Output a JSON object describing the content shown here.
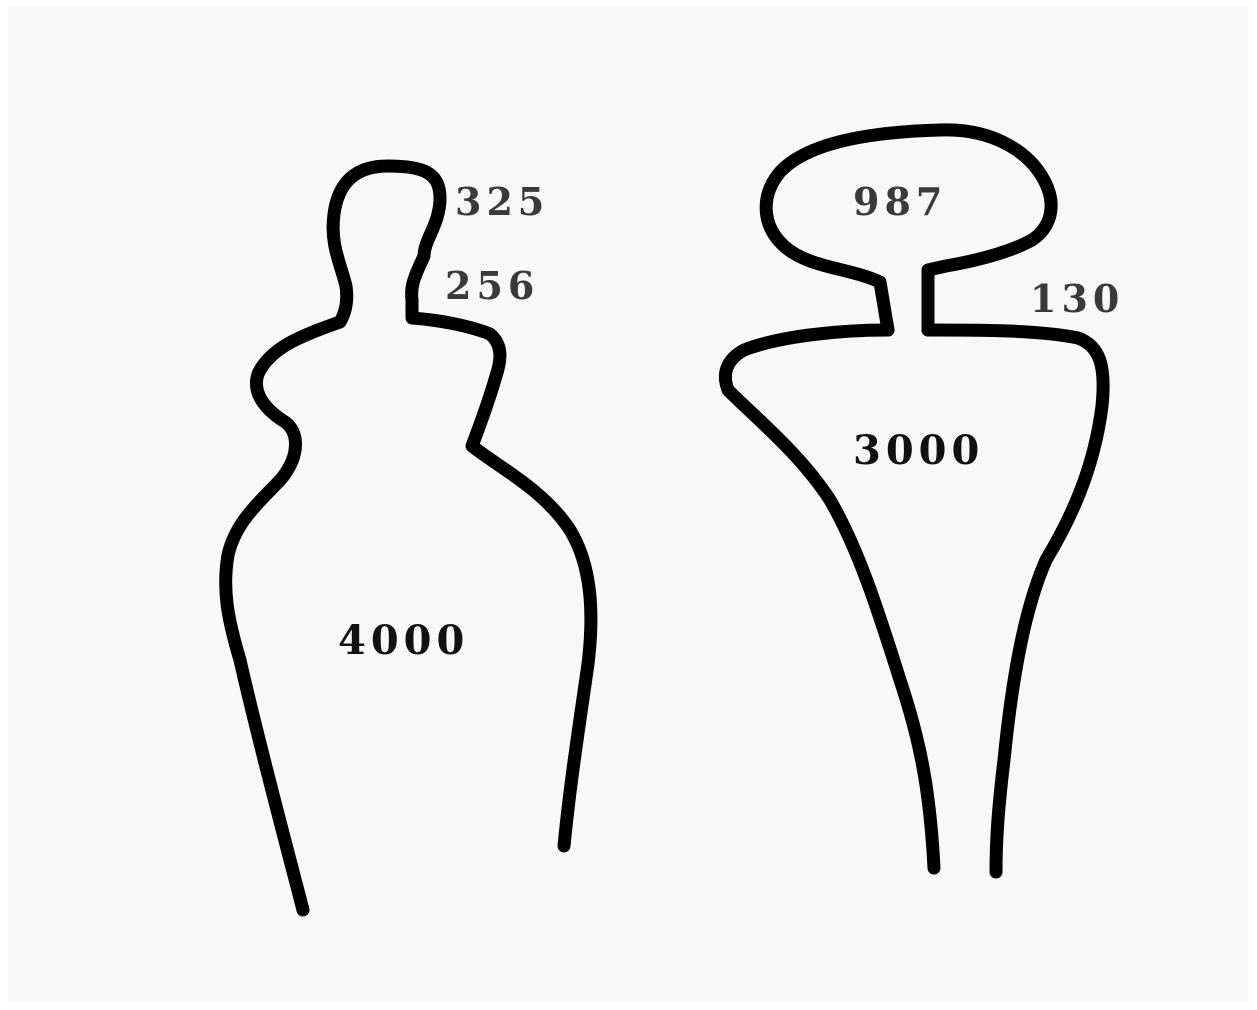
{
  "figures": [
    {
      "shape": "bottle-with-small-head",
      "labels": {
        "head": "325",
        "neck": "256",
        "body": "4000"
      }
    },
    {
      "shape": "funnel-with-bulb-head",
      "labels": {
        "head": "987",
        "neck": "130",
        "body": "3000"
      }
    }
  ],
  "colors": {
    "background": "#f8f8f8",
    "outline": "#000000",
    "label_dark": "#111111",
    "label_gray": "#3a3a3a"
  }
}
